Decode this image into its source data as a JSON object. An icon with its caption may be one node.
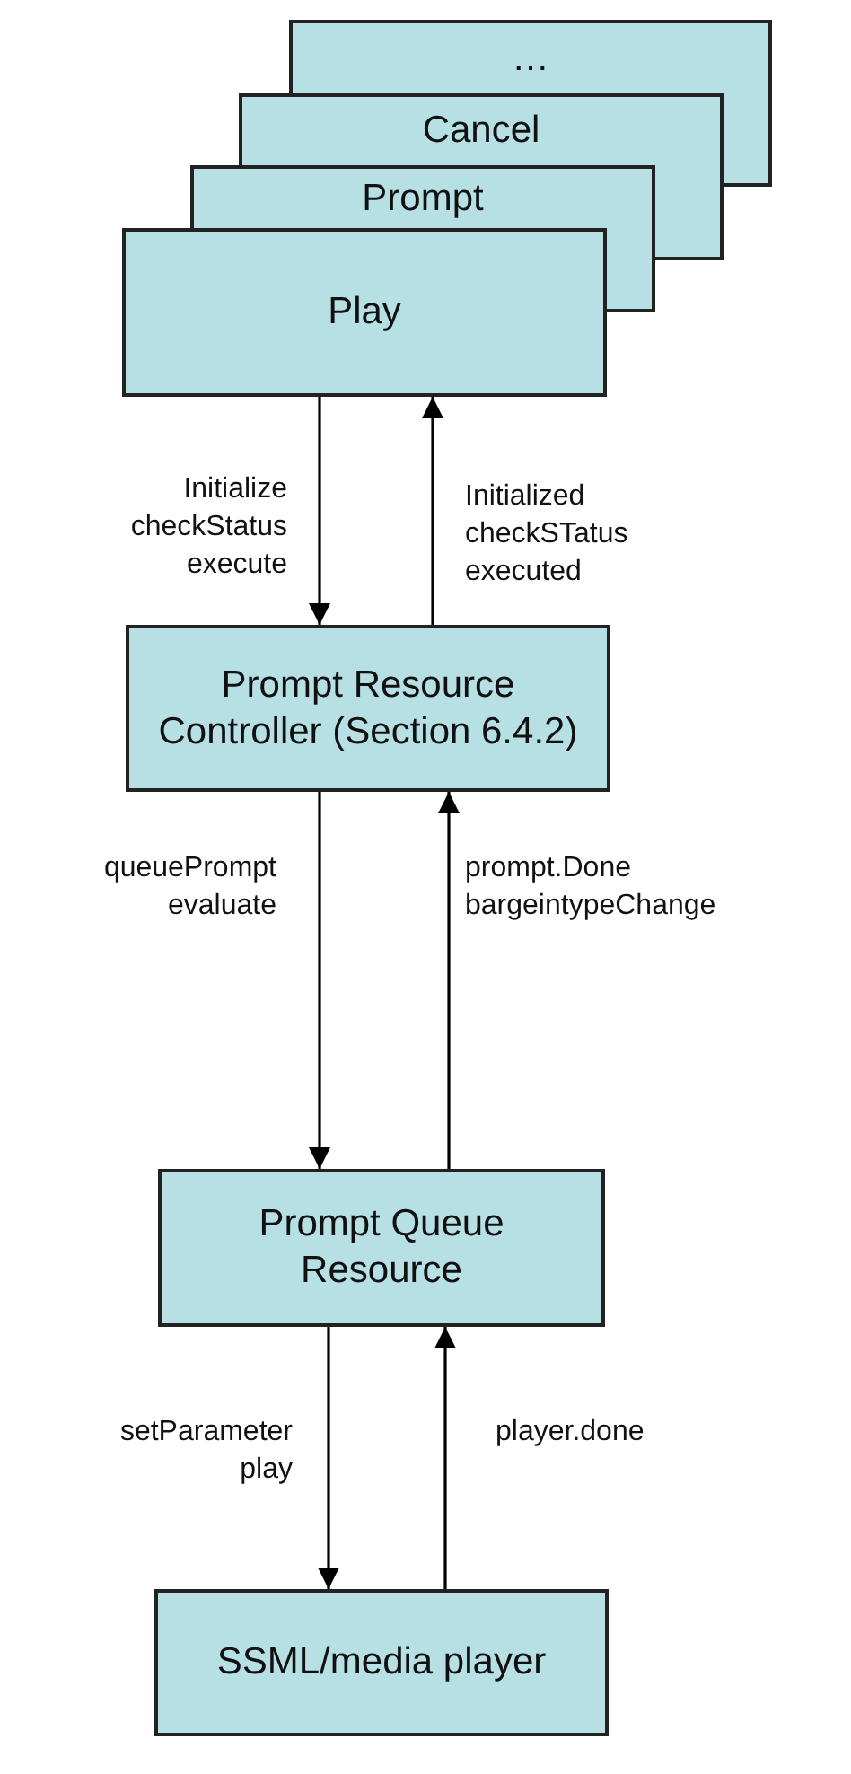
{
  "diagram": {
    "nodes": [
      {
        "text": [
          "…"
        ]
      },
      {
        "text": [
          "Cancel"
        ]
      },
      {
        "text": [
          "Prompt"
        ]
      },
      {
        "text": [
          "Play"
        ]
      },
      {
        "text": [
          "Prompt Resource Controller (Section 6.4.2)"
        ]
      },
      {
        "text": [
          "Prompt Queue Resource"
        ]
      },
      {
        "text": [
          "SSML/media player"
        ]
      }
    ],
    "edges": [
      {
        "from": 3,
        "to": 4,
        "arrow": "to",
        "label": "Initialize checkStatus execute"
      },
      {
        "from": 4,
        "to": 3,
        "arrow": "to",
        "label": "Initialized checkSTatus executed"
      },
      {
        "from": 4,
        "to": 5,
        "arrow": "to",
        "label": "queuePrompt evaluate"
      },
      {
        "from": 5,
        "to": 4,
        "arrow": "to",
        "label": "prompt.Done bargeintypeChange"
      },
      {
        "from": 5,
        "to": 6,
        "arrow": "to",
        "label": "setParameter play"
      },
      {
        "from": 6,
        "to": 5,
        "arrow": "to",
        "label": "player.done"
      }
    ]
  }
}
